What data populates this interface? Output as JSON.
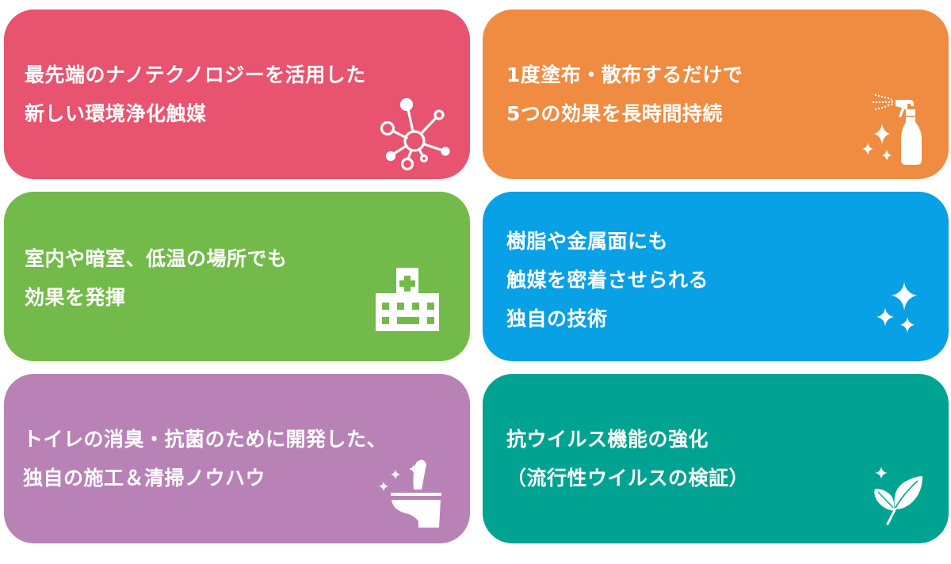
{
  "cards": [
    {
      "id": "nanotech",
      "color": "#e8536f",
      "lines": [
        "最先端のナノテクノロジーを活用した",
        "新しい環境浄化触媒"
      ],
      "icon": "molecule-network-icon"
    },
    {
      "id": "long-lasting",
      "color": "#ef8c42",
      "lines": [
        "1度塗布・散布するだけで",
        "5つの効果を長時間持続"
      ],
      "icon": "spray-bottle-sparkle-icon"
    },
    {
      "id": "indoor-dark",
      "color": "#72ba4a",
      "lines": [
        "室内や暗室、低温の場所でも",
        "効果を発揮"
      ],
      "icon": "hospital-building-icon"
    },
    {
      "id": "adhesion",
      "color": "#08a1e6",
      "lines": [
        "樹脂や金属面にも",
        "触媒を密着させられる",
        "独自の技術"
      ],
      "icon": "sparkles-icon"
    },
    {
      "id": "toilet",
      "color": "#b982b7",
      "lines": [
        "トイレの消臭・抗菌のために開発した、",
        "独自の施工＆清掃ノウハウ"
      ],
      "icon": "toilet-sparkle-icon"
    },
    {
      "id": "antiviral",
      "color": "#00a391",
      "lines": [
        "抗ウイルス機能の強化",
        "（流行性ウイルスの検証）"
      ],
      "icon": "leaf-sprout-sparkle-icon"
    }
  ]
}
